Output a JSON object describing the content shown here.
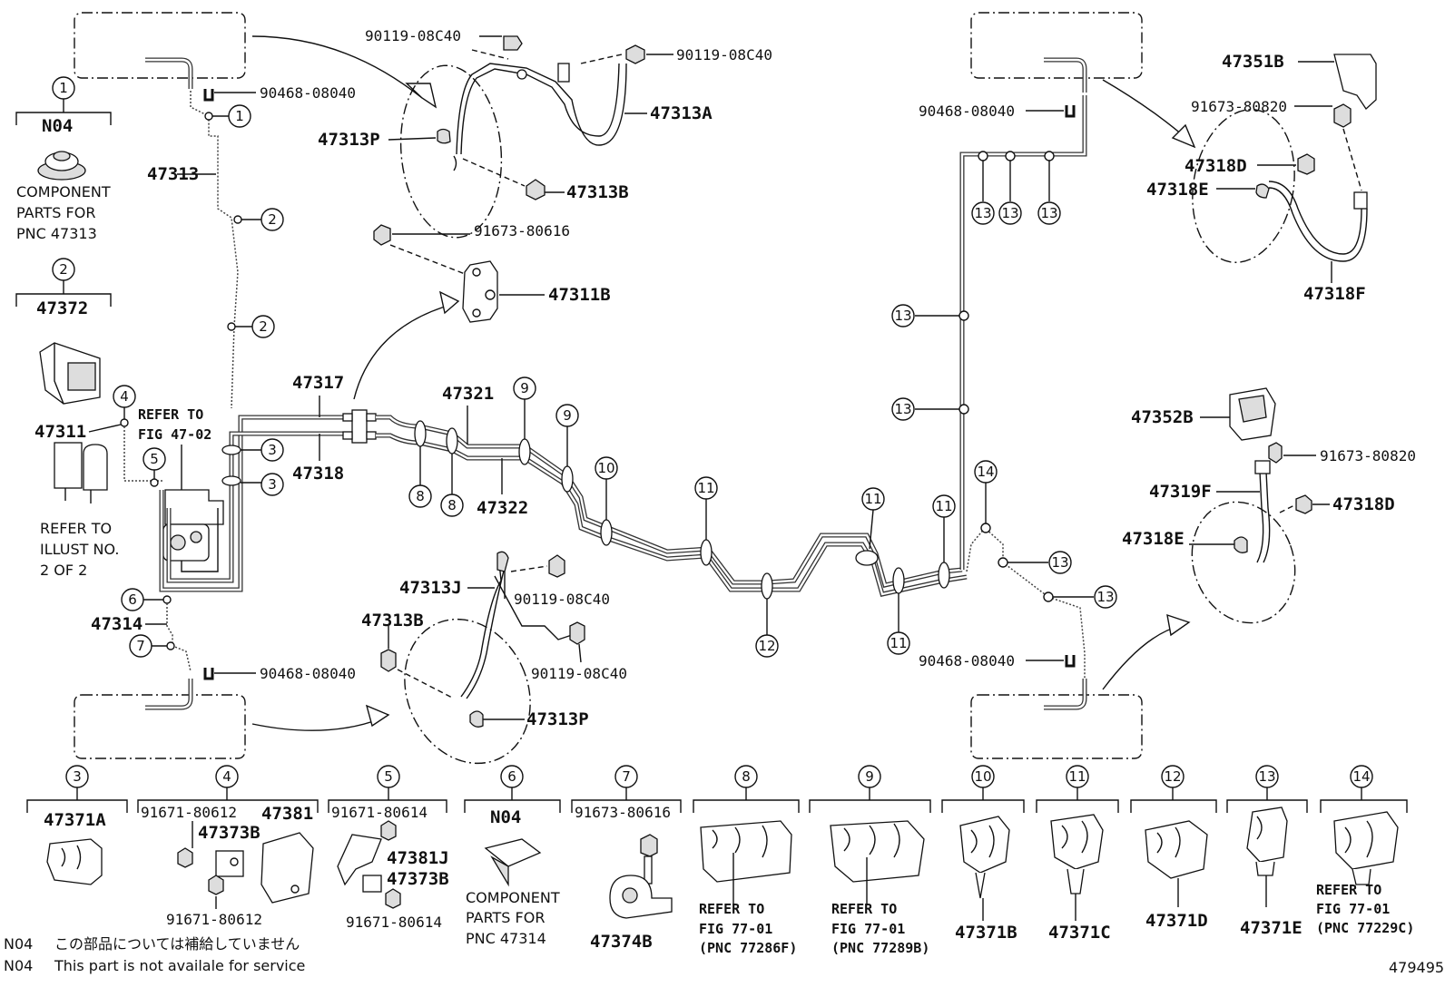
{
  "diagram": {
    "figure_id": "479495",
    "notes": [
      {
        "code": "N04",
        "text": "この部品については補給していません"
      },
      {
        "code": "N04",
        "text": "This part is not availale for service"
      }
    ]
  },
  "callouts": {
    "c1": "1",
    "c2": "2",
    "c3": "3",
    "c4": "4",
    "c5": "5",
    "c6": "6",
    "c7": "7",
    "c8": "8",
    "c9": "9",
    "c10": "10",
    "c11": "11",
    "c12": "12",
    "c13": "13",
    "c14": "14"
  },
  "parts": {
    "p90119_08C40": "90119-08C40",
    "p90468_08040": "90468-08040",
    "p47313A": "47313A",
    "p47313P": "47313P",
    "p47313B": "47313B",
    "p47313": "47313",
    "p91673_80616": "91673-80616",
    "p47311B": "47311B",
    "p47317": "47317",
    "p47318": "47318",
    "p47321": "47321",
    "p47322": "47322",
    "p47311": "47311",
    "p47314": "47314",
    "p47313J": "47313J",
    "p47351B": "47351B",
    "p91673_80820": "91673-80820",
    "p47318D": "47318D",
    "p47318E": "47318E",
    "p47318F": "47318F",
    "p47352B": "47352B",
    "p47319F": "47319F",
    "pN04": "N04",
    "p47372": "47372"
  },
  "labels": {
    "refer_to": "REFER TO",
    "fig_47_02": "FIG 47-02",
    "refer_to_illust": "REFER TO",
    "illust_no": "ILLUST NO.",
    "two_of_two": "2 OF 2",
    "component": "COMPONENT",
    "parts_for": "PARTS FOR",
    "pnc_47313": "PNC 47313",
    "pnc_47314": "PNC 47314"
  },
  "legend_boxes": [
    {
      "num": "3",
      "parts": [
        "47371A"
      ]
    },
    {
      "num": "4",
      "parts": [
        "91671-80612",
        "47381",
        "47373B",
        "91671-80612"
      ]
    },
    {
      "num": "5",
      "parts": [
        "91671-80614",
        "47381J",
        "47373B",
        "91671-80614"
      ]
    },
    {
      "num": "6",
      "parts": [
        "N04"
      ],
      "notes": [
        "COMPONENT",
        "PARTS FOR",
        "PNC 47314"
      ]
    },
    {
      "num": "7",
      "parts": [
        "91673-80616",
        "47374B"
      ]
    },
    {
      "num": "8",
      "notes": [
        "REFER TO",
        "FIG 77-01",
        "(PNC 77286F)"
      ]
    },
    {
      "num": "9",
      "notes": [
        "REFER TO",
        "FIG 77-01",
        "(PNC 77289B)"
      ]
    },
    {
      "num": "10",
      "parts": [
        "47371B"
      ]
    },
    {
      "num": "11",
      "parts": [
        "47371C"
      ]
    },
    {
      "num": "12",
      "parts": [
        "47371D"
      ]
    },
    {
      "num": "13",
      "parts": [
        "47371E"
      ]
    },
    {
      "num": "14",
      "notes": [
        "REFER TO",
        "FIG 77-01",
        "(PNC 77229C)"
      ]
    }
  ]
}
